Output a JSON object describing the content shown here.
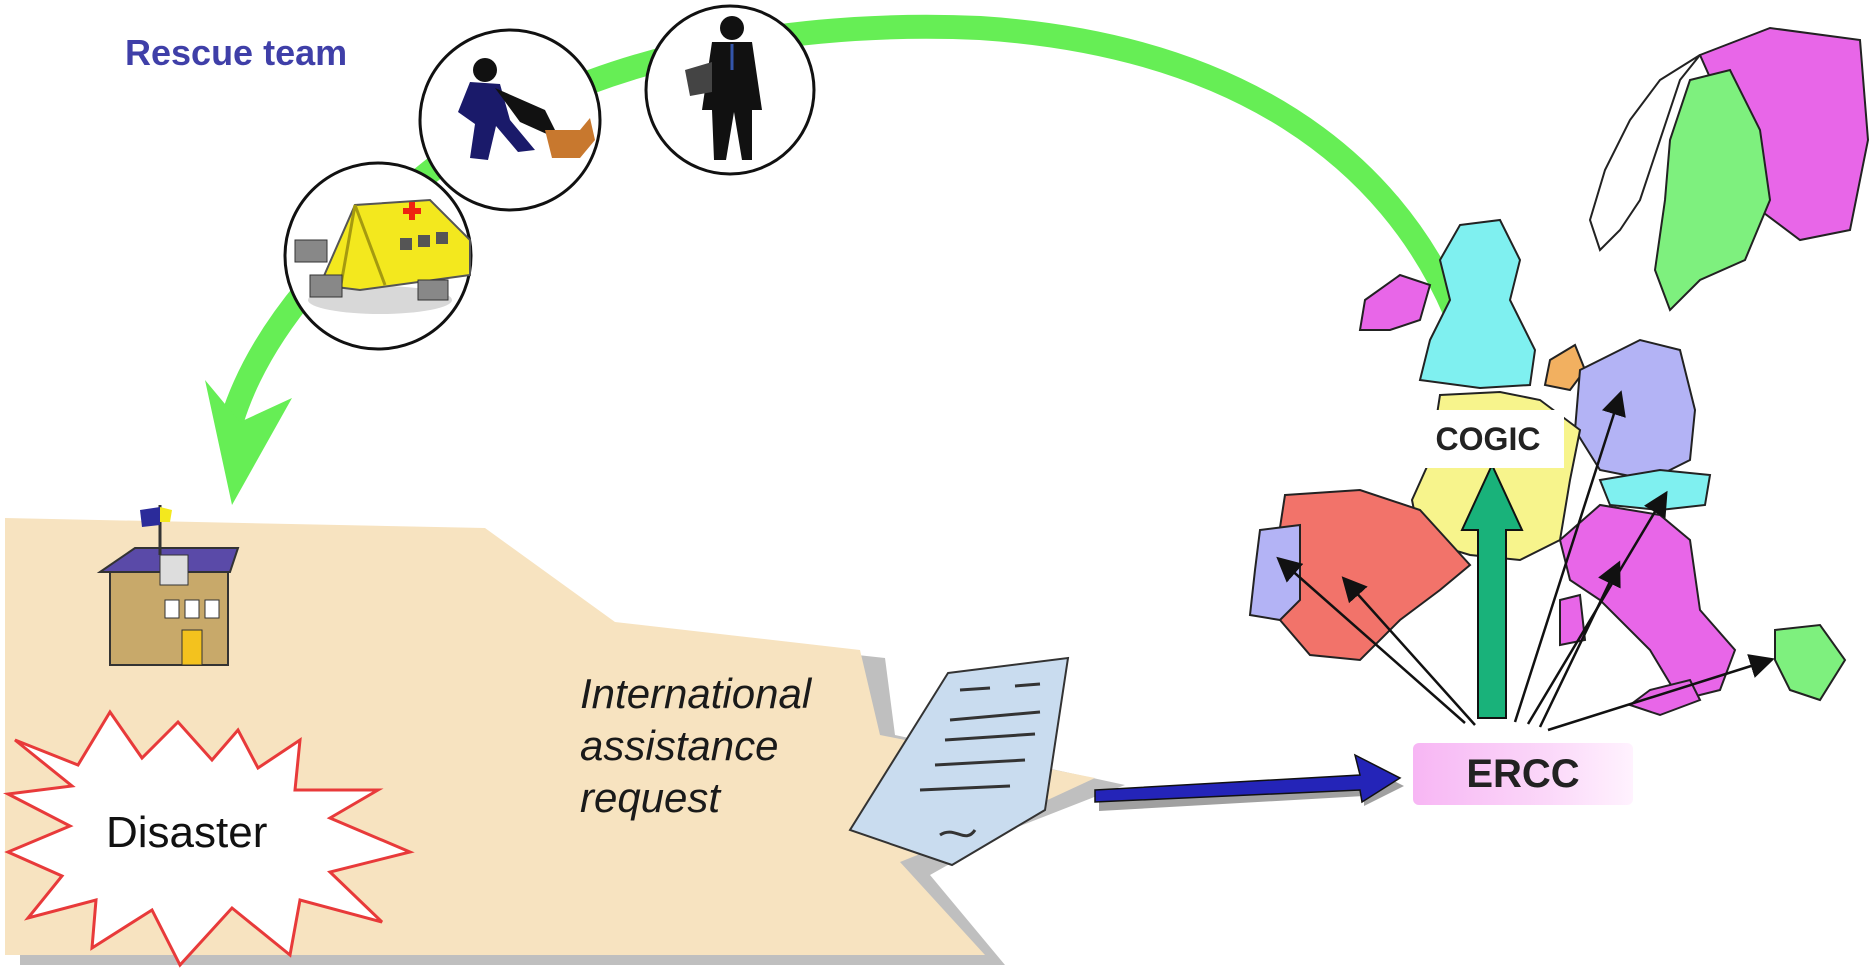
{
  "labels": {
    "rescue_team": "Rescue team",
    "request_line1": "International",
    "request_line2": "assistance",
    "request_line3": "request",
    "disaster": "Disaster",
    "cogic": "COGIC",
    "ercc": "ERCC"
  },
  "icons": [
    "tent-icon",
    "rescuer-with-dog-icon",
    "official-person-icon",
    "school-building-icon",
    "document-icon"
  ],
  "colors": {
    "rescue_arrow": "#66ee55",
    "request_arrow": "#2424b8",
    "cogic_arrow": "#19b27a",
    "ground": "#f7e3c0",
    "disaster_star": "#e83a3a",
    "rescue_text": "#3f3fa8"
  }
}
